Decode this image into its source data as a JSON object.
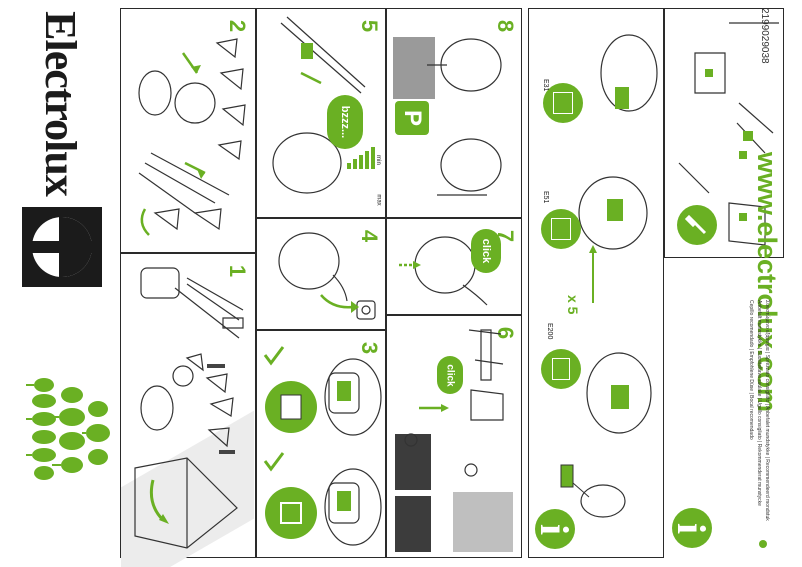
{
  "brand": {
    "name": "Electrolux"
  },
  "steps": {
    "s1": "1",
    "s2": "2",
    "s3": "3",
    "s4": "4",
    "s5": "5",
    "s6": "6",
    "s7": "7",
    "s8": "8"
  },
  "step5": {
    "sound": "bzzz...",
    "min_label": "min",
    "max_label": "max"
  },
  "step6": {
    "click": "click"
  },
  "step7": {
    "click": "click"
  },
  "step8": {
    "parking": "P"
  },
  "bags": {
    "e200": "E200",
    "e51": "E51",
    "e31": "E31",
    "repeat": "x 5"
  },
  "info": {
    "url": "www.electrolux.com",
    "symbol": "i"
  },
  "footer": {
    "languages_line1": "Συνιστώμενο εξάρτημα | Sprezzato consigliato | Anbefalet mundstykke | Recommendeerd mondstuk",
    "languages_line2": "Anbefalt munnstykke | Suositeltava suulake | Ugello consigliato | Rekommenderat munstycke",
    "languages_line3": "Cepillo recomendado | Empfohlene Düse | Bocal recomendado",
    "doc_number": "2199029038"
  },
  "colors": {
    "accent": "#6ab023",
    "frame": "#2a2a2a",
    "dark": "#3c3c3c"
  }
}
